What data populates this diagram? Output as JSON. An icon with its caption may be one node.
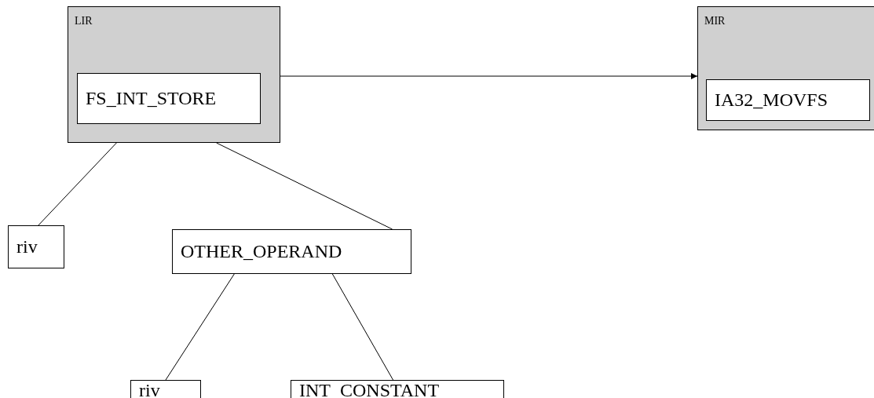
{
  "diagram": {
    "nodes": [
      {
        "text": [
          "LIR"
        ]
      },
      {
        "text": [
          "FS_INT_STORE"
        ],
        "in": 0
      },
      {
        "text": [
          "MIR"
        ]
      },
      {
        "text": [
          "IA32_MOVFS"
        ],
        "in": 2
      },
      {
        "text": [
          "riv"
        ]
      },
      {
        "text": [
          "OTHER_OPERAND"
        ]
      },
      {
        "text": [
          "riv"
        ]
      },
      {
        "text": [
          "INT_CONSTANT"
        ]
      }
    ],
    "edges": [
      {
        "from": 0,
        "to": 2,
        "arrow": "to"
      },
      {
        "from": 0,
        "to": 4,
        "arrow": "none"
      },
      {
        "from": 0,
        "to": 5,
        "arrow": "none"
      },
      {
        "from": 5,
        "to": 6,
        "arrow": "none"
      },
      {
        "from": 5,
        "to": 7,
        "arrow": "none"
      }
    ]
  }
}
